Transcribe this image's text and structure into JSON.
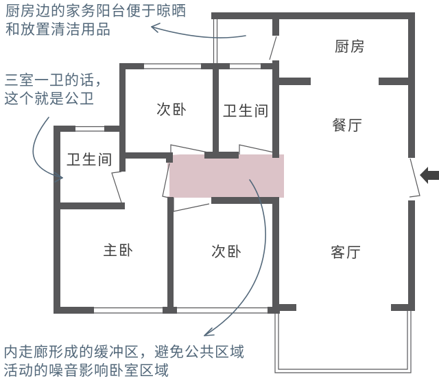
{
  "colors": {
    "background": "#ffffff",
    "wall": "#58585a",
    "highlight": "#dcc3c8",
    "annotation": "#53687a",
    "room_label": "#3e3e3e",
    "entry_arrow": "#424242"
  },
  "rooms": {
    "kitchen": "厨房",
    "dining": "餐厅",
    "living": "客厅",
    "bedroom_top": "次卧",
    "bath_top": "卫生间",
    "bath_left": "卫生间",
    "master": "主卧",
    "bedroom_bottom": "次卧"
  },
  "annotations": {
    "balcony_note": {
      "line1": "厨房边的家务阳台便于晾晒",
      "line2": "和放置清洁用品"
    },
    "bath_note": {
      "line1": "三室一卫的话，",
      "line2": "这个就是公卫"
    },
    "corridor_note": {
      "line1": "内走廊形成的缓冲区，避免公共区域",
      "line2": "活动的噪音影响卧室区域"
    }
  }
}
